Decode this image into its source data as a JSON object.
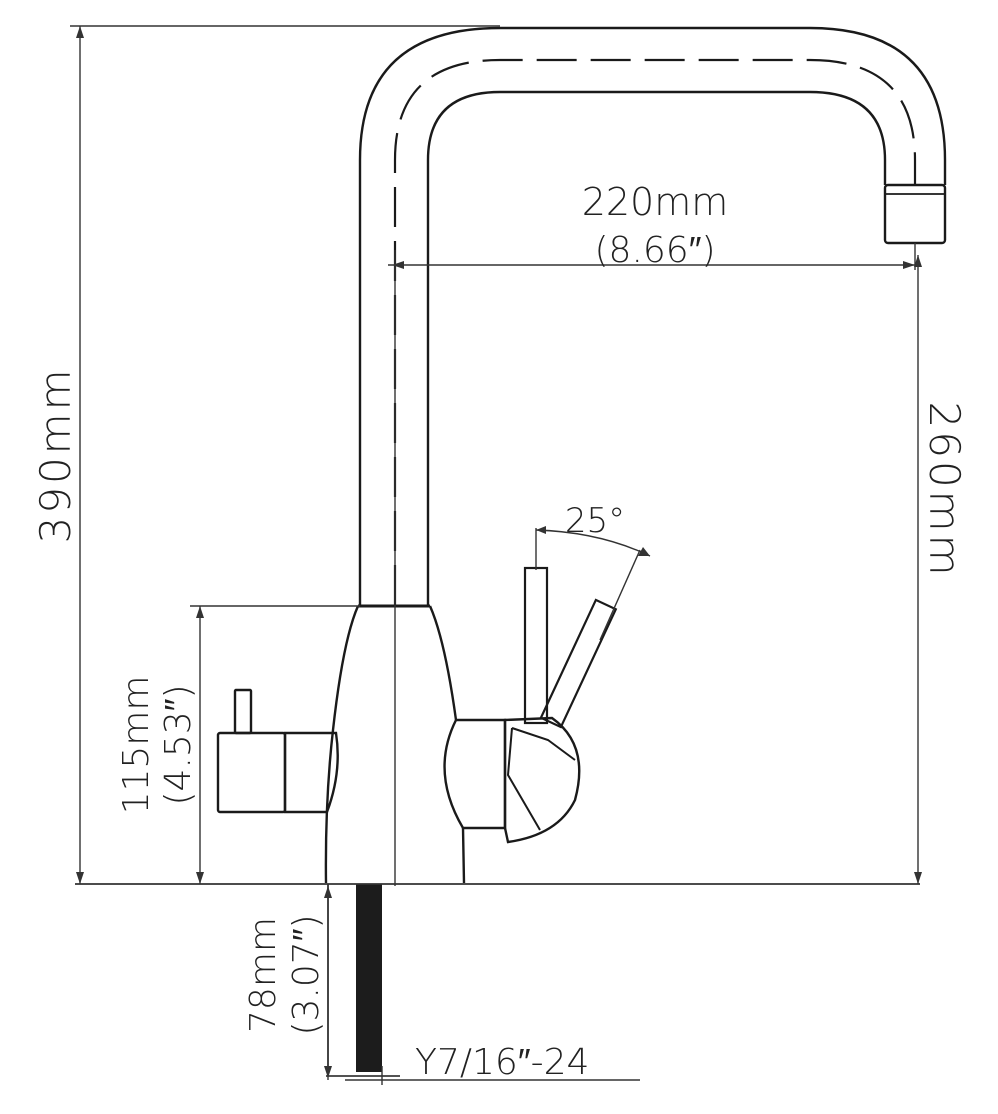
{
  "dimensions": {
    "overall_height": "390mm",
    "spout_reach_mm": "220mm",
    "spout_reach_in": "(8.66″)",
    "spout_height": "260mm",
    "handle_angle": "25°",
    "body_height_mm": "115mm",
    "body_height_in": "(4.53″)",
    "shank_length_mm": "78mm",
    "shank_length_in": "(3.07″)",
    "thread_spec": "Y7/16″-24"
  },
  "colors": {
    "line": "#1a1a1a",
    "dimension_line": "#333333",
    "shank_fill": "#1c1c1c",
    "background": "#ffffff"
  }
}
